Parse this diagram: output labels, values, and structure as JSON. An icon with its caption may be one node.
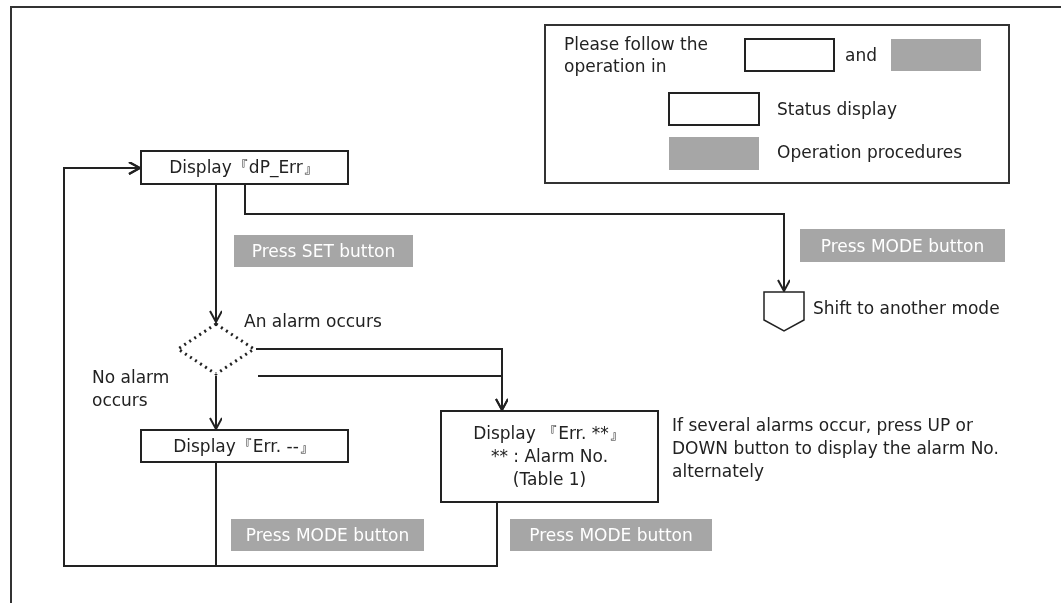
{
  "diagram": {
    "nodes": [
      {
        "text": [
          "Display『dP_Err』"
        ]
      },
      {
        "text": [
          "Press SET button"
        ]
      },
      {
        "text": [
          "Press MODE button"
        ]
      },
      {
        "text": [],
        "shape": "pentagon",
        "beside": [
          "Shift to another mode"
        ]
      },
      {
        "text": [],
        "shape": "diamond"
      },
      {
        "text": [
          "Display『Err. --』"
        ]
      },
      {
        "text": [
          "Display 『Err. **』",
          "** : Alarm No. (Table 1)"
        ],
        "beside": [
          "If several alarms occur, press UP or DOWN button to display the alarm No. alternately"
        ]
      },
      {
        "text": [
          "Press MODE button"
        ]
      },
      {
        "text": [
          "Press MODE button"
        ]
      }
    ],
    "edges": [
      {
        "from": 0,
        "to": 4,
        "arrow": "to"
      },
      {
        "from": 0,
        "to": 3,
        "arrow": "to"
      },
      {
        "from": 4,
        "to": 6,
        "arrow": "to",
        "label": "An alarm occurs"
      },
      {
        "from": null,
        "to": 6,
        "arrow": "to"
      },
      {
        "from": 4,
        "to": 5,
        "arrow": "to",
        "label": "No alarm occurs"
      },
      {
        "from": 5,
        "to": 0,
        "arrow": "to"
      },
      {
        "from": 6,
        "to": 0,
        "arrow": "to"
      }
    ],
    "labels": [
      "Please follow the operation in",
      "and"
    ],
    "legend": [
      {
        "text": "Status display"
      },
      {
        "text": "Operation procedures",
        "color": "#a6a6a6"
      }
    ]
  }
}
